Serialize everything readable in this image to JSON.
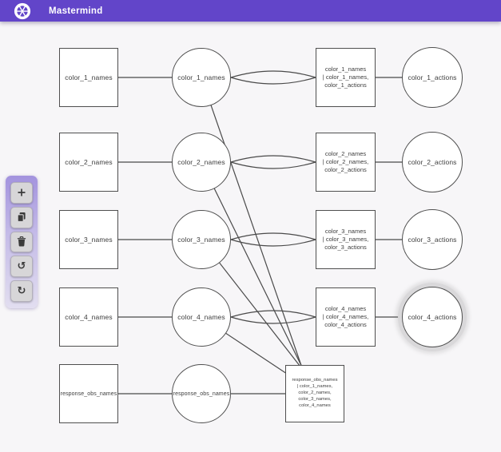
{
  "header": {
    "title": "Mastermind",
    "accent_color": "#6245c9",
    "logo_icon": "segmented-wheel-logo"
  },
  "toolbar": {
    "buttons": [
      {
        "id": "add",
        "icon": "plus-icon"
      },
      {
        "id": "duplicate",
        "icon": "copy-icon"
      },
      {
        "id": "delete",
        "icon": "trash-icon"
      },
      {
        "id": "undo",
        "icon": "undo-icon",
        "glyph": "↺"
      },
      {
        "id": "redo",
        "icon": "redo-icon",
        "glyph": "↻"
      }
    ]
  },
  "graph": {
    "node_stroke_color": "#4f4f4f",
    "canvas_color": "#f7f6f8",
    "selected_node": "color_4_actions",
    "rows": [
      {
        "obs_box": "color_1_names",
        "chance_circle": "color_1_names",
        "factor": [
          "color_1_names",
          "| color_1_names,",
          "color_1_actions"
        ],
        "action_circle": "color_1_actions"
      },
      {
        "obs_box": "color_2_names",
        "chance_circle": "color_2_names",
        "factor": [
          "color_2_names",
          "| color_2_names,",
          "color_2_actions"
        ],
        "action_circle": "color_2_actions"
      },
      {
        "obs_box": "color_3_names",
        "chance_circle": "color_3_names",
        "factor": [
          "color_3_names",
          "| color_3_names,",
          "color_3_actions"
        ],
        "action_circle": "color_3_actions"
      },
      {
        "obs_box": "color_4_names",
        "chance_circle": "color_4_names",
        "factor": [
          "color_4_names",
          "| color_4_names,",
          "color_4_actions"
        ],
        "action_circle": "color_4_actions"
      }
    ],
    "response": {
      "obs_box": "response_obs_names",
      "chance_circle": "response_obs_names",
      "factor": [
        "response_obs_names",
        "| color_1_names,",
        "color_2_names,",
        "color_3_names,",
        "color_4_names"
      ]
    }
  }
}
